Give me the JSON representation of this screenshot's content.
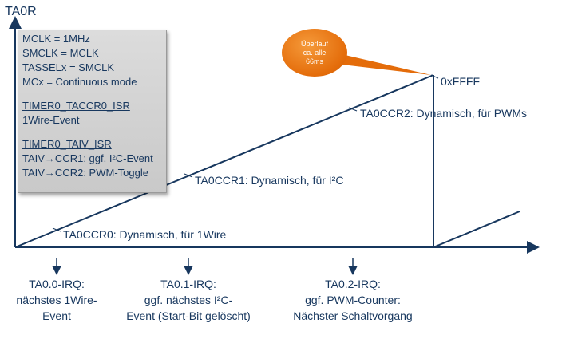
{
  "axis": {
    "y_title": "TA0R"
  },
  "info_box": {
    "lines": [
      "MCLK = 1MHz",
      "SMCLK = MCLK",
      "TASSELx = SMCLK",
      "MCx = Continuous mode"
    ],
    "isr1_title": "TIMER0_TACCR0_ISR",
    "isr1_line": "1Wire-Event",
    "isr2_title": "TIMER0_TAIV_ISR",
    "isr2_lines": [
      "TAIV→CCR1: ggf. I²C-Event",
      "TAIV→CCR2: PWM-Toggle"
    ]
  },
  "bubble": {
    "line1": "Überlauf",
    "line2": "ca. alle",
    "line3": "66ms",
    "color": "#e46c0a"
  },
  "labels": {
    "max": "0xFFFF",
    "ccr0": "TA0CCR0: Dynamisch, für 1Wire",
    "ccr1": "TA0CCR1: Dynamisch, für I²C",
    "ccr2": "TA0CCR2: Dynamisch, für PWMs"
  },
  "irqs": [
    {
      "title": "TA0.0-IRQ:",
      "line2": "nächstes 1Wire-",
      "line3": "Event"
    },
    {
      "title": "TA0.1-IRQ:",
      "line2": "ggf. nächstes I²C-",
      "line3": "Event (Start-Bit gelöscht)"
    },
    {
      "title": "TA0.2-IRQ:",
      "line2": "ggf. PWM-Counter:",
      "line3": "Nächster Schaltvorgang"
    }
  ],
  "colors": {
    "line": "#17375e",
    "text": "#17375e",
    "bubble": "#e46c0a"
  }
}
